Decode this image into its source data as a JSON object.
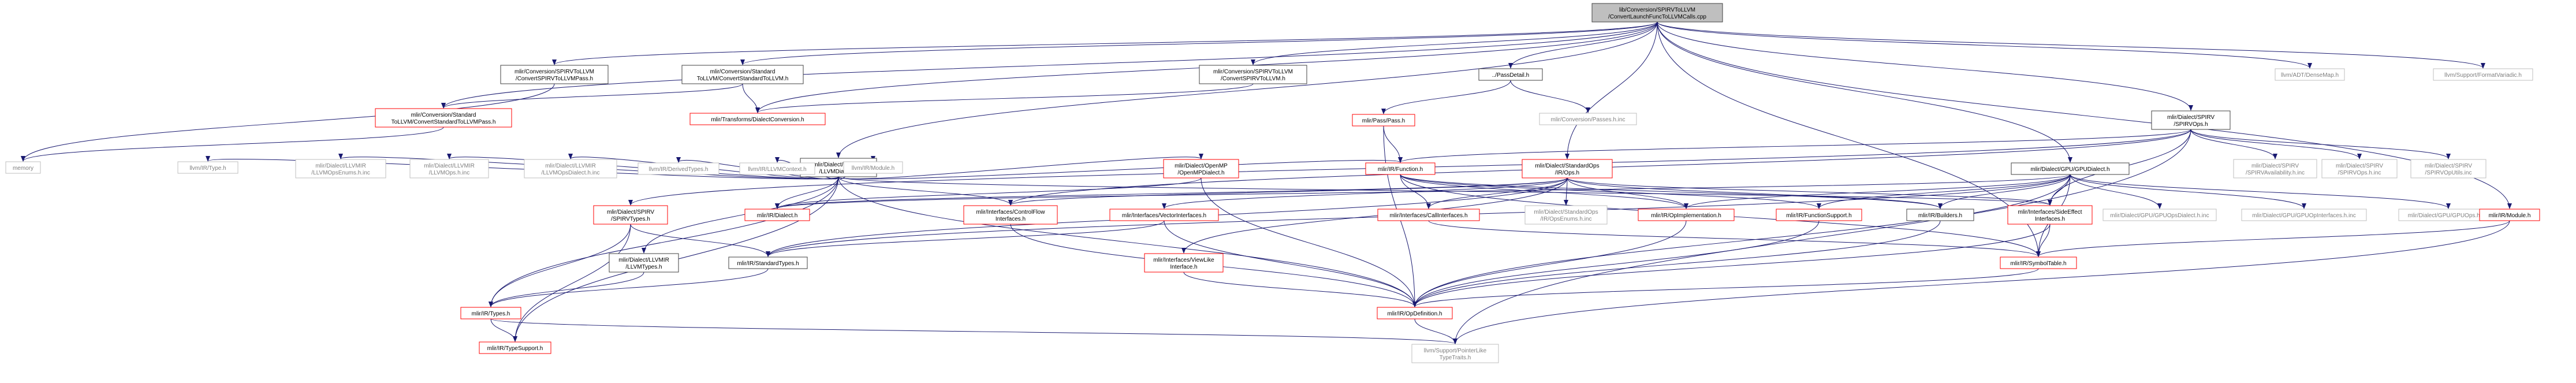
{
  "colors": {
    "edge": "#191970",
    "border_normal": "#404040",
    "border_red": "#ff0000",
    "border_gray": "#bfbfbf",
    "fill_root": "#bfbfbf",
    "fill_normal": "#ffffff",
    "text_normal": "#000000",
    "text_gray": "#7f7f7f"
  },
  "nodes": [
    {
      "id": "root",
      "lines": [
        "lib/Conversion/SPIRVToLLVM",
        "/ConvertLaunchFuncToLLVMCalls.cpp"
      ],
      "style": "root"
    },
    {
      "id": "spv2llvm_pass",
      "lines": [
        "mlir/Conversion/SPIRVToLLVM",
        "/ConvertSPIRVToLLVMPass.h"
      ],
      "style": "normal"
    },
    {
      "id": "std2llvm",
      "lines": [
        "mlir/Conversion/Standard",
        "ToLLVM/ConvertStandardToLLVM.h"
      ],
      "style": "normal"
    },
    {
      "id": "spv2llvm",
      "lines": [
        "mlir/Conversion/SPIRVToLLVM",
        "/ConvertSPIRVToLLVM.h"
      ],
      "style": "normal"
    },
    {
      "id": "passdetail",
      "lines": [
        "../PassDetail.h"
      ],
      "style": "normal"
    },
    {
      "id": "densemap",
      "lines": [
        "llvm/ADT/DenseMap.h"
      ],
      "style": "gray"
    },
    {
      "id": "formatvariadic",
      "lines": [
        "llvm/Support/FormatVariadic.h"
      ],
      "style": "gray"
    },
    {
      "id": "std2llvm_pass",
      "lines": [
        "mlir/Conversion/Standard",
        "ToLLVM/ConvertStandardToLLVMPass.h"
      ],
      "style": "red"
    },
    {
      "id": "dialectconv",
      "lines": [
        "mlir/Transforms/DialectConversion.h"
      ],
      "style": "red"
    },
    {
      "id": "pass",
      "lines": [
        "mlir/Pass/Pass.h"
      ],
      "style": "red"
    },
    {
      "id": "passes_inc",
      "lines": [
        "mlir/Conversion/Passes.h.inc"
      ],
      "style": "gray"
    },
    {
      "id": "spirvops",
      "lines": [
        "mlir/Dialect/SPIRV",
        "/SPIRVOps.h"
      ],
      "style": "normal"
    },
    {
      "id": "memory",
      "lines": [
        "memory"
      ],
      "style": "gray"
    },
    {
      "id": "llvmdialect",
      "lines": [
        "mlir/Dialect/LLVMIR",
        "/LLVMDialect.h"
      ],
      "style": "normal"
    },
    {
      "id": "llvm_type",
      "lines": [
        "llvm/IR/Type.h"
      ],
      "style": "gray"
    },
    {
      "id": "llvmopsenums",
      "lines": [
        "mlir/Dialect/LLVMIR",
        "/LLVMOpsEnums.h.inc"
      ],
      "style": "gray"
    },
    {
      "id": "llvmops_inc",
      "lines": [
        "mlir/Dialect/LLVMIR",
        "/LLVMOps.h.inc"
      ],
      "style": "gray"
    },
    {
      "id": "llvmopsdialect",
      "lines": [
        "mlir/Dialect/LLVMIR",
        "/LLVMOpsDialect.h.inc"
      ],
      "style": "gray"
    },
    {
      "id": "derivedtypes",
      "lines": [
        "llvm/IR/DerivedTypes.h"
      ],
      "style": "gray"
    },
    {
      "id": "llvmcontext",
      "lines": [
        "llvm/IR/LLVMContext.h"
      ],
      "style": "gray"
    },
    {
      "id": "llvm_module",
      "lines": [
        "llvm/IR/Module.h"
      ],
      "style": "gray"
    },
    {
      "id": "openmp",
      "lines": [
        "mlir/Dialect/OpenMP",
        "/OpenMPDialect.h"
      ],
      "style": "red"
    },
    {
      "id": "function",
      "lines": [
        "mlir/IR/Function.h"
      ],
      "style": "red"
    },
    {
      "id": "stdops",
      "lines": [
        "mlir/Dialect/StandardOps",
        "/IR/Ops.h"
      ],
      "style": "red"
    },
    {
      "id": "gpudialect",
      "lines": [
        "mlir/Dialect/GPU/GPUDialect.h"
      ],
      "style": "normal"
    },
    {
      "id": "spirvavail",
      "lines": [
        "mlir/Dialect/SPIRV",
        "/SPIRVAvailability.h.inc"
      ],
      "style": "gray"
    },
    {
      "id": "spirvops_inc",
      "lines": [
        "mlir/Dialect/SPIRV",
        "/SPIRVOps.h.inc"
      ],
      "style": "gray"
    },
    {
      "id": "spirvoputils",
      "lines": [
        "mlir/Dialect/SPIRV",
        "/SPIRVOpUtils.inc"
      ],
      "style": "gray"
    },
    {
      "id": "spirvtypes",
      "lines": [
        "mlir/Dialect/SPIRV",
        "/SPIRVTypes.h"
      ],
      "style": "red"
    },
    {
      "id": "ir_dialect",
      "lines": [
        "mlir/IR/Dialect.h"
      ],
      "style": "red"
    },
    {
      "id": "controlflow",
      "lines": [
        "mlir/Interfaces/ControlFlow",
        "Interfaces.h"
      ],
      "style": "red"
    },
    {
      "id": "vectoriface",
      "lines": [
        "mlir/Interfaces/VectorInterfaces.h"
      ],
      "style": "red"
    },
    {
      "id": "calliface",
      "lines": [
        "mlir/Interfaces/CallInterfaces.h"
      ],
      "style": "red"
    },
    {
      "id": "stdopsenums",
      "lines": [
        "mlir/Dialect/StandardOps",
        "/IR/OpsEnums.h.inc"
      ],
      "style": "gray"
    },
    {
      "id": "opimpl",
      "lines": [
        "mlir/IR/OpImplementation.h"
      ],
      "style": "red"
    },
    {
      "id": "funcsupport",
      "lines": [
        "mlir/IR/FunctionSupport.h"
      ],
      "style": "red"
    },
    {
      "id": "builders",
      "lines": [
        "mlir/IR/Builders.h"
      ],
      "style": "normal"
    },
    {
      "id": "sideeffect",
      "lines": [
        "mlir/Interfaces/SideEffect",
        "Interfaces.h"
      ],
      "style": "red"
    },
    {
      "id": "gpuopsdialect",
      "lines": [
        "mlir/Dialect/GPU/GPUOpsDialect.h.inc"
      ],
      "style": "gray"
    },
    {
      "id": "gpuopiface",
      "lines": [
        "mlir/Dialect/GPU/GPUOpInterfaces.h.inc"
      ],
      "style": "gray"
    },
    {
      "id": "gpuops_inc",
      "lines": [
        "mlir/Dialect/GPU/GPUOps.h.inc"
      ],
      "style": "gray"
    },
    {
      "id": "ir_module",
      "lines": [
        "mlir/IR/Module.h"
      ],
      "style": "red"
    },
    {
      "id": "llvmtypes",
      "lines": [
        "mlir/Dialect/LLVMIR",
        "/LLVMTypes.h"
      ],
      "style": "normal"
    },
    {
      "id": "stdtypes",
      "lines": [
        "mlir/IR/StandardTypes.h"
      ],
      "style": "normal"
    },
    {
      "id": "viewlike",
      "lines": [
        "mlir/Interfaces/ViewLike",
        "Interface.h"
      ],
      "style": "red"
    },
    {
      "id": "symboltable",
      "lines": [
        "mlir/IR/SymbolTable.h"
      ],
      "style": "red"
    },
    {
      "id": "ir_types",
      "lines": [
        "mlir/IR/Types.h"
      ],
      "style": "red"
    },
    {
      "id": "opdefinition",
      "lines": [
        "mlir/IR/OpDefinition.h"
      ],
      "style": "red"
    },
    {
      "id": "typesupport",
      "lines": [
        "mlir/IR/TypeSupport.h"
      ],
      "style": "red"
    },
    {
      "id": "pointerlike",
      "lines": [
        "llvm/Support/PointerLike",
        "TypeTraits.h"
      ],
      "style": "gray"
    }
  ],
  "edges": [
    [
      "root",
      "spv2llvm_pass"
    ],
    [
      "root",
      "std2llvm"
    ],
    [
      "root",
      "spv2llvm"
    ],
    [
      "root",
      "passdetail"
    ],
    [
      "root",
      "densemap"
    ],
    [
      "root",
      "formatvariadic"
    ],
    [
      "root",
      "llvmdialect"
    ],
    [
      "root",
      "stdops"
    ],
    [
      "root",
      "gpudialect"
    ],
    [
      "root",
      "spirvops"
    ],
    [
      "root",
      "ir_module"
    ],
    [
      "root",
      "symboltable"
    ],
    [
      "root",
      "dialectconv"
    ],
    [
      "root",
      "std2llvm_pass"
    ],
    [
      "spv2llvm_pass",
      "memory"
    ],
    [
      "std2llvm",
      "std2llvm_pass"
    ],
    [
      "std2llvm",
      "dialectconv"
    ],
    [
      "spv2llvm",
      "dialectconv"
    ],
    [
      "passdetail",
      "pass"
    ],
    [
      "passdetail",
      "passes_inc"
    ],
    [
      "std2llvm_pass",
      "memory"
    ],
    [
      "pass",
      "function"
    ],
    [
      "pass",
      "opdefinition"
    ],
    [
      "llvmdialect",
      "llvm_type"
    ],
    [
      "llvmdialect",
      "llvmopsenums"
    ],
    [
      "llvmdialect",
      "llvmops_inc"
    ],
    [
      "llvmdialect",
      "llvmopsdialect"
    ],
    [
      "llvmdialect",
      "derivedtypes"
    ],
    [
      "llvmdialect",
      "llvmcontext"
    ],
    [
      "llvmdialect",
      "llvm_module"
    ],
    [
      "llvmdialect",
      "openmp"
    ],
    [
      "llvmdialect",
      "function"
    ],
    [
      "llvmdialect",
      "ir_dialect"
    ],
    [
      "llvmdialect",
      "llvmtypes"
    ],
    [
      "llvmdialect",
      "opdefinition"
    ],
    [
      "llvmdialect",
      "ir_types"
    ],
    [
      "llvmdialect",
      "typesupport"
    ],
    [
      "llvmdialect",
      "sideeffect"
    ],
    [
      "llvmdialect",
      "controlflow"
    ],
    [
      "spirvops",
      "spirvavail"
    ],
    [
      "spirvops",
      "spirvops_inc"
    ],
    [
      "spirvops",
      "spirvoputils"
    ],
    [
      "spirvops",
      "spirvtypes"
    ],
    [
      "spirvops",
      "function"
    ],
    [
      "spirvops",
      "sideeffect"
    ],
    [
      "spirvops",
      "controlflow"
    ],
    [
      "spirvops",
      "pointerlike"
    ],
    [
      "openmp",
      "ir_dialect"
    ],
    [
      "openmp",
      "opdefinition"
    ],
    [
      "function",
      "calliface"
    ],
    [
      "function",
      "opimpl"
    ],
    [
      "function",
      "funcsupport"
    ],
    [
      "function",
      "symboltable"
    ],
    [
      "function",
      "builders"
    ],
    [
      "stdops",
      "ir_dialect"
    ],
    [
      "stdops",
      "stdopsenums"
    ],
    [
      "stdops",
      "calliface"
    ],
    [
      "stdops",
      "controlflow"
    ],
    [
      "stdops",
      "vectoriface"
    ],
    [
      "stdops",
      "viewlike"
    ],
    [
      "stdops",
      "opimpl"
    ],
    [
      "stdops",
      "stdtypes"
    ],
    [
      "stdops",
      "sideeffect"
    ],
    [
      "stdops",
      "builders"
    ],
    [
      "gpudialect",
      "gpuopsdialect"
    ],
    [
      "gpudialect",
      "gpuopiface"
    ],
    [
      "gpudialect",
      "gpuops_inc"
    ],
    [
      "gpudialect",
      "funcsupport"
    ],
    [
      "gpudialect",
      "builders"
    ],
    [
      "gpudialect",
      "sideeffect"
    ],
    [
      "gpudialect",
      "symboltable"
    ],
    [
      "gpudialect",
      "opimpl"
    ],
    [
      "gpudialect",
      "ir_dialect"
    ],
    [
      "gpudialect",
      "stdtypes"
    ],
    [
      "gpudialect",
      "opdefinition"
    ],
    [
      "spirvtypes",
      "stdtypes"
    ],
    [
      "spirvtypes",
      "ir_types"
    ],
    [
      "spirvtypes",
      "typesupport"
    ],
    [
      "controlflow",
      "opdefinition"
    ],
    [
      "vectoriface",
      "opdefinition"
    ],
    [
      "vectoriface",
      "stdtypes"
    ],
    [
      "calliface",
      "symboltable"
    ],
    [
      "opimpl",
      "opdefinition"
    ],
    [
      "funcsupport",
      "opdefinition"
    ],
    [
      "builders",
      "opdefinition"
    ],
    [
      "sideeffect",
      "opdefinition"
    ],
    [
      "sideeffect",
      "symboltable"
    ],
    [
      "ir_module",
      "symboltable"
    ],
    [
      "ir_module",
      "pointerlike"
    ],
    [
      "llvmtypes",
      "ir_types"
    ],
    [
      "stdtypes",
      "ir_types"
    ],
    [
      "viewlike",
      "opdefinition"
    ],
    [
      "symboltable",
      "opdefinition"
    ],
    [
      "ir_types",
      "typesupport"
    ],
    [
      "ir_types",
      "pointerlike"
    ],
    [
      "opdefinition",
      "pointerlike"
    ]
  ]
}
